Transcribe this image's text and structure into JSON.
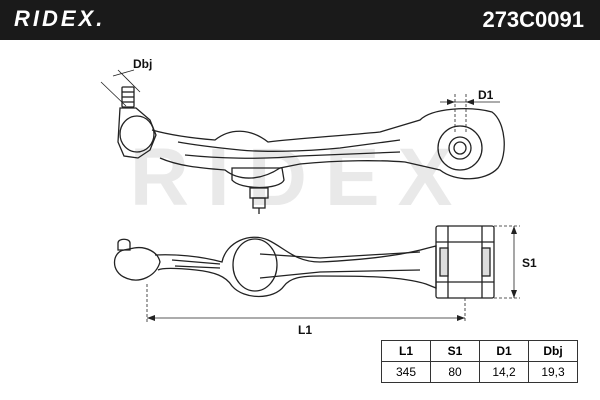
{
  "header": {
    "brand": "RIDEX.",
    "part_number": "273C0091"
  },
  "watermark": "RIDEX",
  "labels": {
    "dbj": "Dbj",
    "d1": "D1",
    "s1": "S1",
    "l1": "L1"
  },
  "spec_table": {
    "headers": [
      "L1",
      "S1",
      "D1",
      "Dbj"
    ],
    "values": [
      "345",
      "80",
      "14,2",
      "19,3"
    ]
  },
  "colors": {
    "header_bg": "#1a1a1a",
    "line": "#222222",
    "watermark": "#e6e6e6"
  }
}
